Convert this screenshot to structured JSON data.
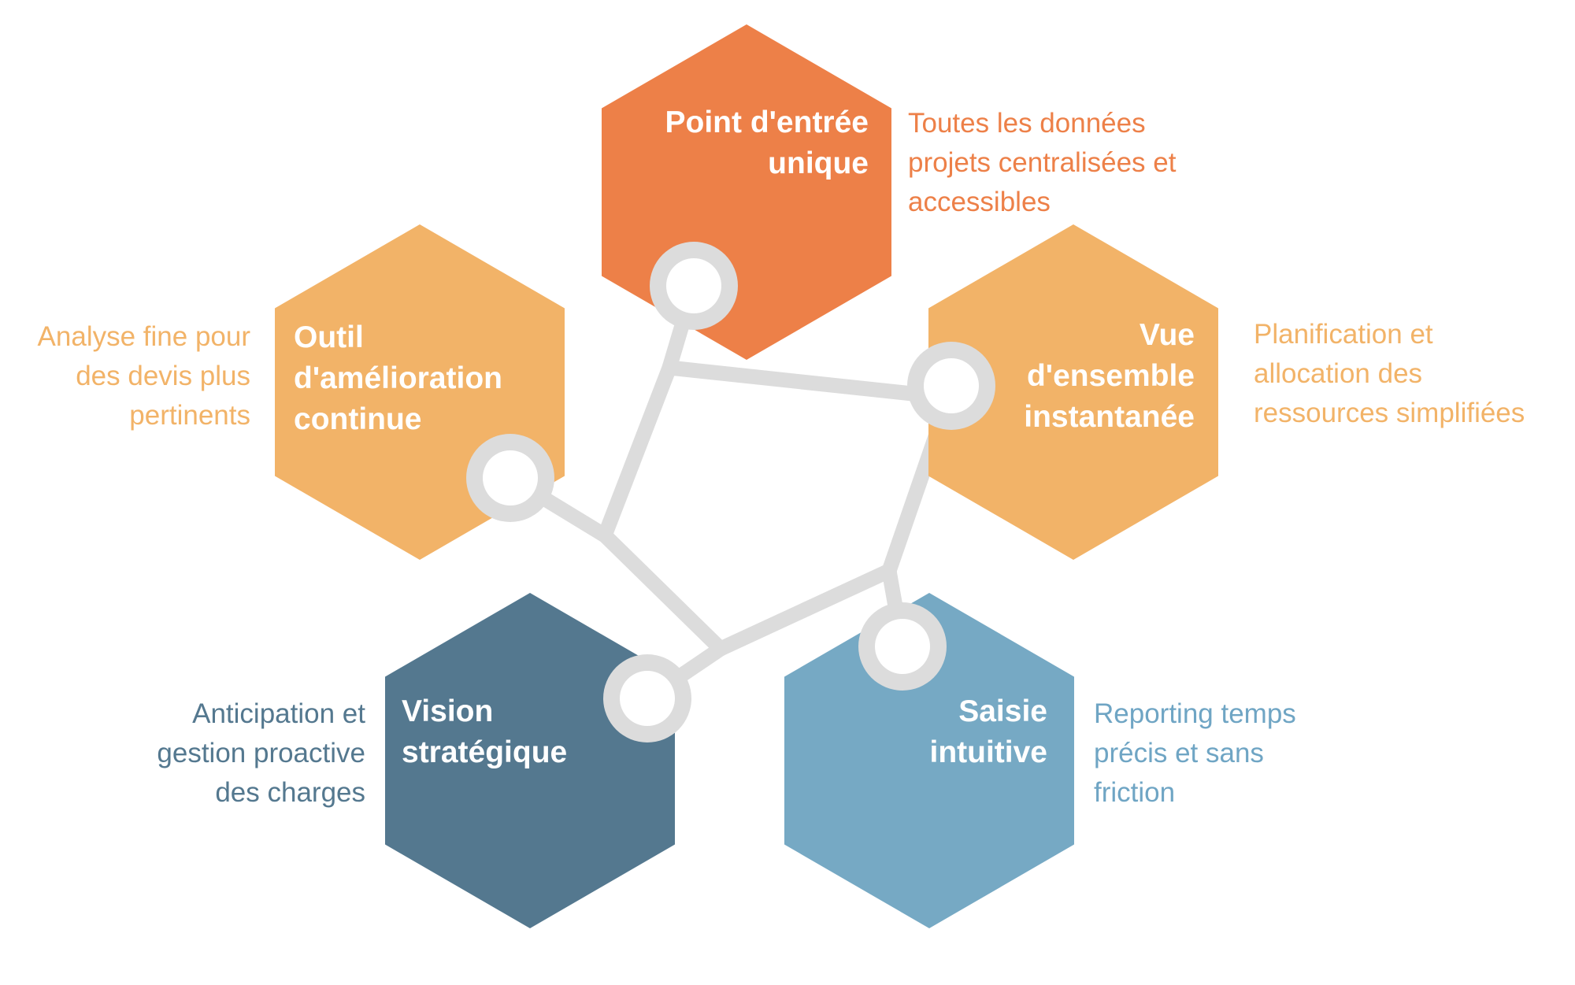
{
  "diagram": {
    "background_color": "#ffffff",
    "connector_color": "#dcdcdc",
    "node_inner_color": "#ffffff",
    "label_color": "#ffffff",
    "hexagons": [
      {
        "id": "top",
        "color": "#ed8048",
        "label": "Point d'entrée\nunique",
        "description": "Toutes les données\nprojets centralisées et\naccessibles",
        "description_color": "#ed8048"
      },
      {
        "id": "right",
        "color": "#f2b368",
        "label": "Vue\nd'ensemble\ninstantanée",
        "description": "Planification et\nallocation des\nressources simplifiées",
        "description_color": "#f2b368"
      },
      {
        "id": "left",
        "color": "#f2b368",
        "label": "Outil\nd'amélioration\ncontinue",
        "description": "Analyse fine pour\ndes devis plus\npertinents",
        "description_color": "#f2b368"
      },
      {
        "id": "bottom-left",
        "color": "#54788f",
        "label": "Vision\nstratégique",
        "description": "Anticipation et\ngestion proactive\ndes charges",
        "description_color": "#54788f"
      },
      {
        "id": "bottom-right",
        "color": "#76a9c4",
        "label": "Saisie\nintuitive",
        "description": "Reporting temps\nprécis et sans\nfriction",
        "description_color": "#6fa5c4"
      }
    ]
  }
}
